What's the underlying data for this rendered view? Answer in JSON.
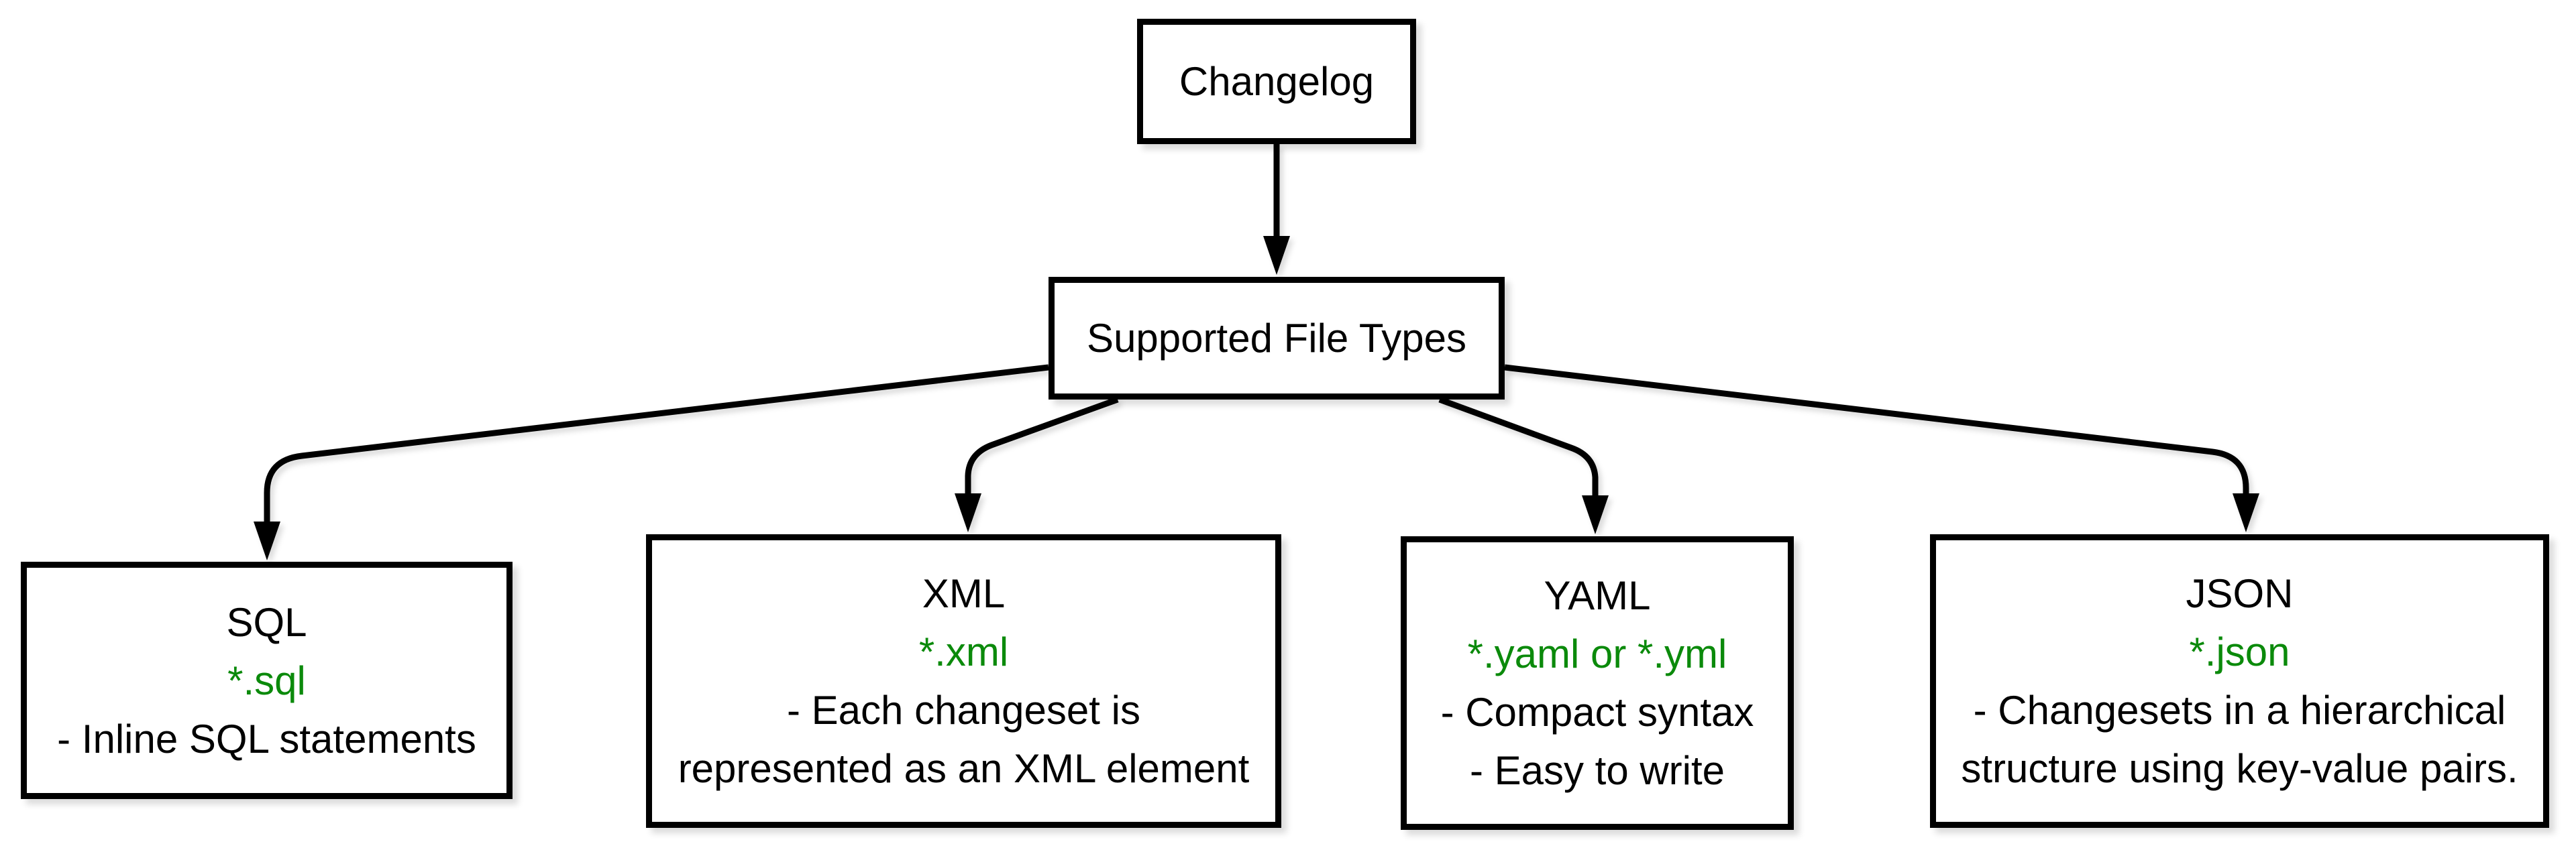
{
  "diagram": {
    "description": "Flowchart of changelog supported file types",
    "colors": {
      "box_border": "#000000",
      "box_fill": "#ffffff",
      "text": "#000000",
      "arrow": "#000000",
      "file_pattern_green": "#0b8a0b"
    },
    "nodes": {
      "changelog": {
        "label": "Changelog"
      },
      "supported_file_types": {
        "label": "Supported File Types"
      },
      "sql": {
        "title": "SQL",
        "file_pattern": "*.sql",
        "notes": "- Inline SQL statements"
      },
      "xml": {
        "title": "XML",
        "file_pattern": "*.xml",
        "notes": "- Each changeset is\nrepresented as an XML element"
      },
      "yaml": {
        "title": "YAML",
        "file_pattern": "*.yaml or *.yml",
        "notes": "- Compact syntax\n- Easy to write"
      },
      "json": {
        "title": "JSON",
        "file_pattern": "*.json",
        "notes": "- Changesets in a hierarchical\nstructure using key-value pairs."
      }
    },
    "edges": [
      "Changelog -> Supported File Types",
      "Supported File Types -> SQL",
      "Supported File Types -> XML",
      "Supported File Types -> YAML",
      "Supported File Types -> JSON"
    ]
  }
}
